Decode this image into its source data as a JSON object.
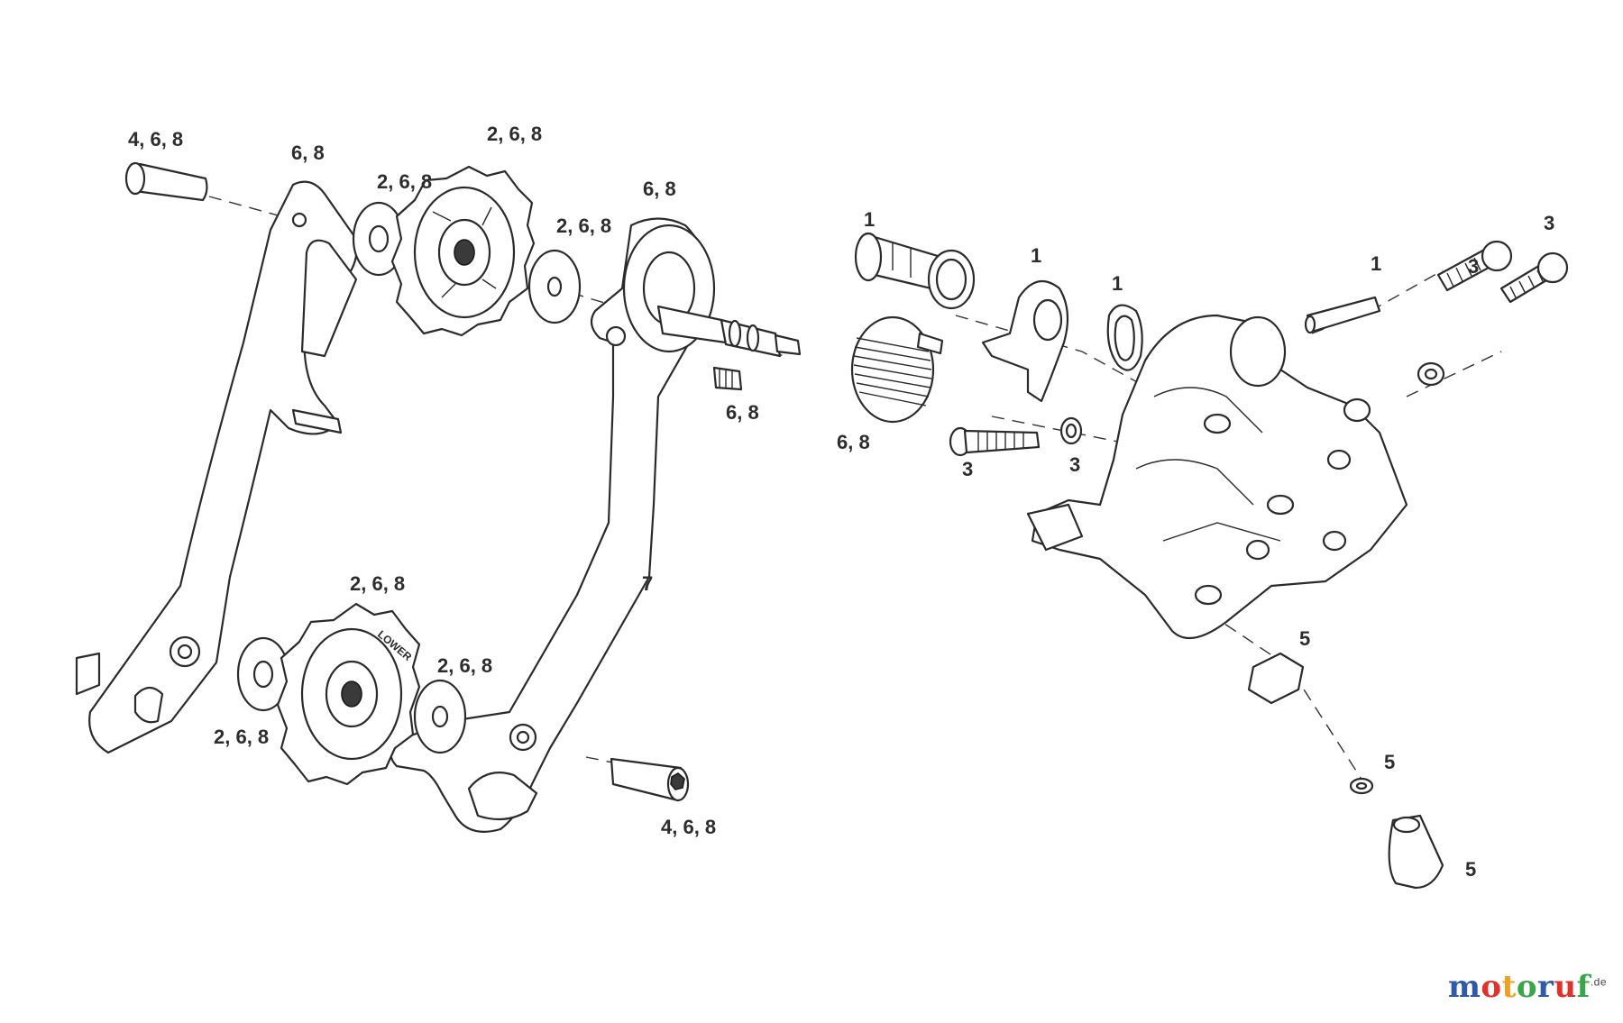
{
  "callouts": [
    {
      "id": "c1",
      "text": "4, 6, 8"
    },
    {
      "id": "c2",
      "text": "6, 8"
    },
    {
      "id": "c3",
      "text": "2, 6, 8"
    },
    {
      "id": "c4",
      "text": "2, 6, 8"
    },
    {
      "id": "c5",
      "text": "6, 8"
    },
    {
      "id": "c6",
      "text": "2, 6, 8"
    },
    {
      "id": "c7",
      "text": "1"
    },
    {
      "id": "c8",
      "text": "1"
    },
    {
      "id": "c9",
      "text": "1"
    },
    {
      "id": "c10",
      "text": "1"
    },
    {
      "id": "c11",
      "text": "3"
    },
    {
      "id": "c12",
      "text": "3"
    },
    {
      "id": "c13",
      "text": "6, 8"
    },
    {
      "id": "c14",
      "text": "6, 8"
    },
    {
      "id": "c15",
      "text": "3"
    },
    {
      "id": "c16",
      "text": "3"
    },
    {
      "id": "c17",
      "text": "7"
    },
    {
      "id": "c18",
      "text": "2, 6, 8"
    },
    {
      "id": "c19",
      "text": "2, 6, 8"
    },
    {
      "id": "c20",
      "text": "2, 6, 8"
    },
    {
      "id": "c21",
      "text": "5"
    },
    {
      "id": "c22",
      "text": "5"
    },
    {
      "id": "c23",
      "text": "5"
    },
    {
      "id": "c24",
      "text": "4, 6, 8"
    }
  ],
  "pulley_upper_text": "",
  "pulley_lower_text": "LOWER",
  "logo": {
    "letters": [
      "m",
      "o",
      "t",
      "o",
      "r",
      "u",
      "f"
    ],
    "colors": [
      "#2e5aa8",
      "#e0322b",
      "#f0a020",
      "#3aa54a",
      "#2e5aa8",
      "#e0322b",
      "#3aa54a"
    ],
    "suffix": ".de"
  }
}
